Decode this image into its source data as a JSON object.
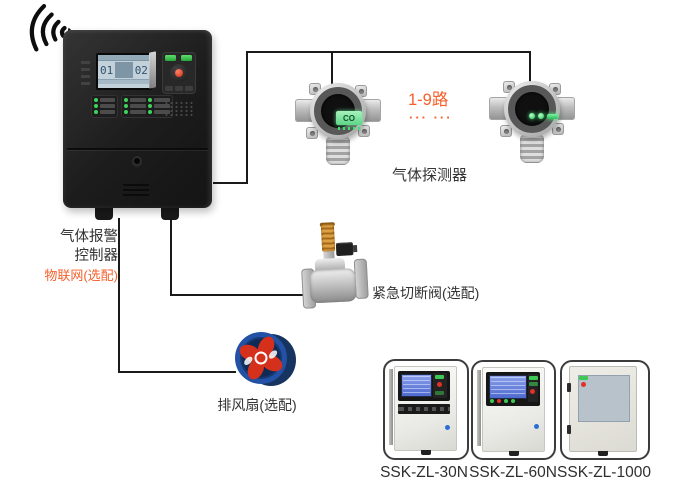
{
  "diagram": {
    "controller": {
      "name_line1": "气体报警",
      "name_line2": "控制器",
      "option_label": "物联网(选配)",
      "lcd_ch1": "01",
      "lcd_ch2": "02"
    },
    "detectors": {
      "channels_label": "1-9路",
      "dots": "··· ···",
      "label": "气体探测器",
      "detector1_lcd": "CO"
    },
    "valve": {
      "label": "紧急切断阀(选配)"
    },
    "fan": {
      "label": "排风扇(选配)"
    },
    "products": [
      {
        "name": "SSK-ZL-30N"
      },
      {
        "name": "SSK-ZL-60N"
      },
      {
        "name": "SSK-ZL-1000"
      }
    ],
    "colors": {
      "accent": "#f5602c",
      "text": "#333333",
      "line": "#1a1a1a"
    }
  }
}
